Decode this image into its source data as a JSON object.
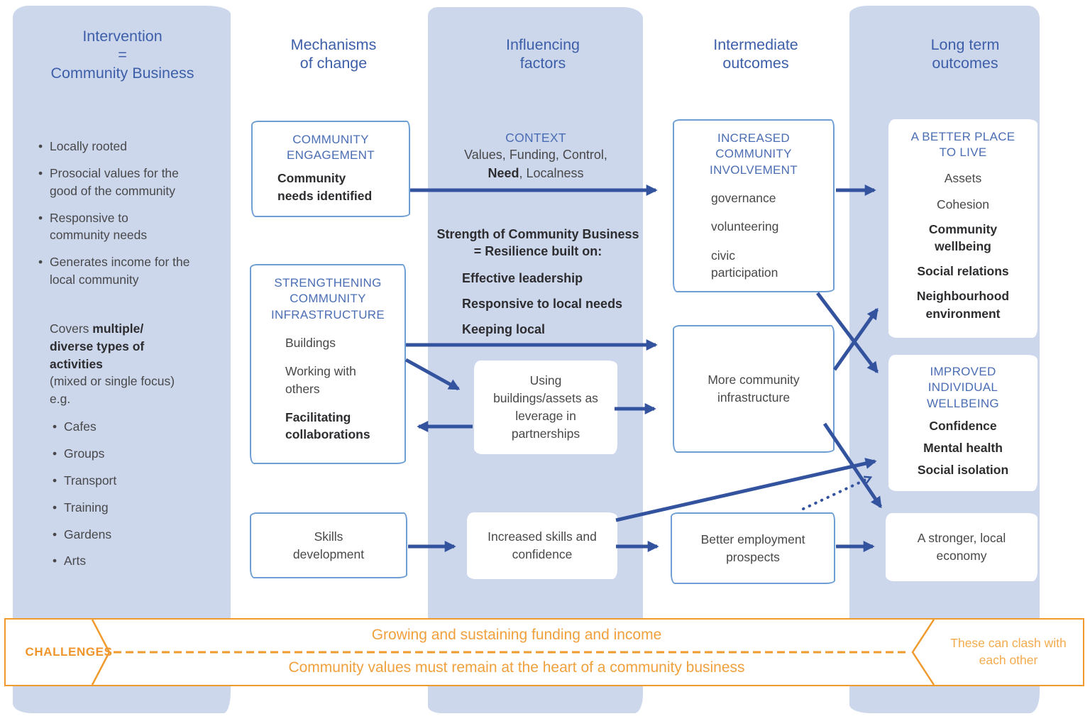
{
  "colors": {
    "band": "#cdd7ec",
    "arrow_navy": "#33539e",
    "header_blue": "#3d5fa9",
    "box_title_blue": "#4a6db3",
    "box_border_blue": "#6e9fd4",
    "text_dark": "#48484a",
    "text_bold": "#2d2d30",
    "orange": "#f09a2e",
    "orange_light": "#f3ab4e"
  },
  "headers": {
    "intervention": [
      "Intervention",
      "=",
      "Community Business"
    ],
    "mechanisms": [
      "Mechanisms",
      "of change"
    ],
    "influencing": [
      "Influencing",
      "factors"
    ],
    "intermediate": [
      "Intermediate",
      "outcomes"
    ],
    "longterm": [
      "Long term",
      "outcomes"
    ]
  },
  "intervention": {
    "bullets": [
      "Locally rooted",
      "Prosocial values for the good of the community",
      "Responsive to community needs",
      "Generates income for the local community"
    ],
    "covers_pre": "Covers ",
    "covers_bold": "multiple/ diverse types of activities",
    "covers_post1": "(mixed or single focus)",
    "covers_post2": "e.g.",
    "activities": [
      "Cafes",
      "Groups",
      "Transport",
      "Training",
      "Gardens",
      "Arts"
    ]
  },
  "mechanisms": {
    "engagement_title": "COMMUNITY ENGAGEMENT",
    "engagement_body": "Community needs identified",
    "strengthening_title": "STRENGTHENING COMMUNITY INFRASTRUCTURE",
    "strengthening_items": [
      "Buildings",
      "Working with others",
      "Facilitating collaborations"
    ],
    "skills": "Skills development"
  },
  "influencing": {
    "context_title": "CONTEXT",
    "context_line1": "Values, Funding, Control,",
    "context_bold": "Need",
    "context_rest": ", Localness",
    "strength_heading": "Strength of Community Business = Resilience built on:",
    "strength_items": [
      "Effective leadership",
      "Responsive to local needs",
      "Keeping local"
    ],
    "using": "Using buildings/assets as leverage in partnerships",
    "increased": "Increased skills and confidence"
  },
  "intermediate": {
    "involvement_title": "INCREASED COMMUNITY INVOLVEMENT",
    "involvement_items": [
      "governance",
      "volunteering",
      "civic participation"
    ],
    "infrastructure": "More community infrastructure",
    "employment": "Better employment prospects"
  },
  "longterm": {
    "better_title": "A BETTER PLACE TO LIVE",
    "better_regular": [
      "Assets",
      "Cohesion"
    ],
    "better_bold": [
      "Community wellbeing",
      "Social relations",
      "Neighbourhood environment"
    ],
    "wellbeing_title": "IMPROVED INDIVIDUAL WELLBEING",
    "wellbeing_items": [
      "Confidence",
      "Mental health",
      "Social isolation"
    ],
    "economy": "A stronger, local economy"
  },
  "challenges": {
    "label": "CHALLENGES",
    "top": "Growing and sustaining funding and income",
    "bottom": "Community values must remain at the heart of a community business",
    "note": "These can clash with each other"
  }
}
